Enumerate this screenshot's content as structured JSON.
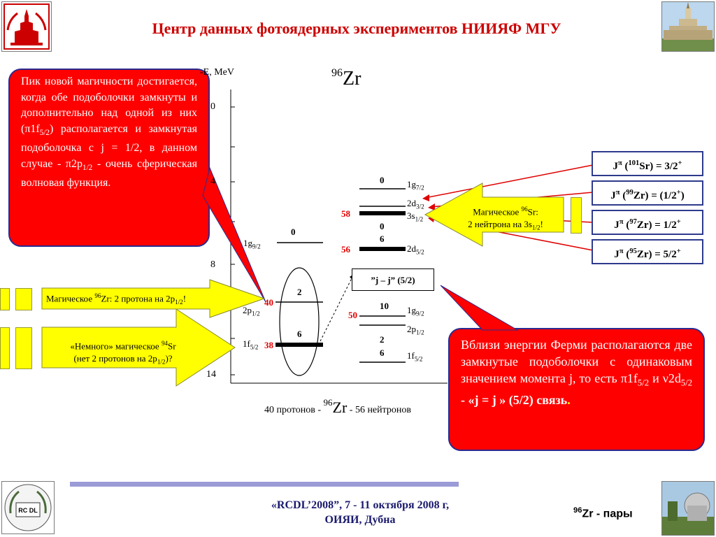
{
  "header": {
    "title": "Центр данных фотоядерных экспериментов НИИЯФ МГУ"
  },
  "left_note": {
    "text_1": "Пик новой магичности достигается, когда обе подоболочки замкнуты и дополнительно над одной из них (",
    "pi": "π",
    "text_2": "1f",
    "sub_1": "5/2",
    "text_3": ") располагается и замкнутая подоболочка с j = 1/2, в данном случае - ",
    "text_4": "2p",
    "sub_2": "1/2",
    "text_5": " - очень сферическая волновая функция."
  },
  "diagram": {
    "ylabel": "-E, MeV",
    "nucleus_mass": "96",
    "nucleus": "Zr",
    "ticks": [
      "0",
      "4",
      "8",
      "14"
    ],
    "xlabel_left": "40 протонов - ",
    "xlabel_right": " - 56 нейтронов",
    "proton_levels": [
      {
        "name": "1g",
        "sub": "9/2",
        "occ": "0"
      },
      {
        "name": "2p",
        "sub": "1/2",
        "occ": "2"
      },
      {
        "name": "1f",
        "sub": "5/2",
        "occ": "6"
      }
    ],
    "neutron_levels": [
      {
        "name": "1g",
        "sub": "7/2"
      },
      {
        "name": "2d",
        "sub": "3/2"
      },
      {
        "name": "3s",
        "sub": "1/2"
      },
      {
        "name": "2d",
        "sub": "5/2"
      },
      {
        "name": "1g",
        "sub": "9/2"
      },
      {
        "name": "2p",
        "sub": "1/2"
      },
      {
        "name": "1f",
        "sub": "5/2"
      }
    ],
    "neutron_occ": [
      "0",
      "0",
      "6",
      "10",
      "2",
      "6"
    ],
    "magic_numbers": [
      "40",
      "38",
      "58",
      "56",
      "50"
    ],
    "jj_box": "”j – j” (5/2)"
  },
  "spins": [
    {
      "pre": "J",
      "sup_p": "π",
      "mid": " (",
      "sup_a": "101",
      "el": "Sr",
      "val": ") = 3/2",
      "sup_s": "+"
    },
    {
      "pre": "J",
      "sup_p": "π",
      "mid": " (",
      "sup_a": "99",
      "el": "Zr",
      "val": ") = (1/2",
      "sup_s": "+",
      "tail": ")"
    },
    {
      "pre": "J",
      "sup_p": "π",
      "mid": " (",
      "sup_a": "97",
      "el": "Zr",
      "val": ") = 1/2",
      "sup_s": "+"
    },
    {
      "pre": "J",
      "sup_p": "π",
      "mid": " (",
      "sup_a": "95",
      "el": "Zr",
      "val": ") = 5/2",
      "sup_s": "+"
    }
  ],
  "arrows": {
    "sr_line1_pre": "Магическое ",
    "sr_line1_sup": "96",
    "sr_line1_post": "Sr:",
    "sr_line2_pre": "2 нейтрона на 3s",
    "sr_line2_sub": "1/2",
    "sr_line2_post": "!",
    "zr_pre": "Магическое ",
    "zr_sup": "96",
    "zr_mid": "Zr: 2 протона на 2p",
    "zr_sub": "1/2",
    "zr_post": "!",
    "nsr_line1_pre": "«Немного» магическое ",
    "nsr_line1_sup": "94",
    "nsr_line1_post": "Sr",
    "nsr_line2_pre": "(нет 2 протонов на 2p",
    "nsr_line2_sub": "1/2",
    "nsr_line2_post": ")?"
  },
  "right_note": {
    "text_1": "Вблизи энергии Ферми располагаются две замкнутые подоболочки с одинаковым значением момента j, то есть ",
    "pi": "π",
    "text_2": "1f",
    "sub_1": "5/2",
    "text_3": " и ",
    "nu": "ν",
    "text_4": "2d",
    "sub_2": "5/2",
    "text_5": " - «j = j » (5/2) связь",
    "text_6": "."
  },
  "footer": {
    "line1": "«RCDL’2008”,  7 - 11 октября 2008 г,",
    "line2": "ОИЯИ, Дубна",
    "tag_sup": "96",
    "tag": "Zr - пары",
    "rcdl_logo_text": "RC DL"
  },
  "colors": {
    "title": "#cc0000",
    "box_red": "#ff0000",
    "arrow_yellow": "#ffff00",
    "spin_border": "#2e3a8c",
    "footer_text": "#1a1a6e"
  }
}
